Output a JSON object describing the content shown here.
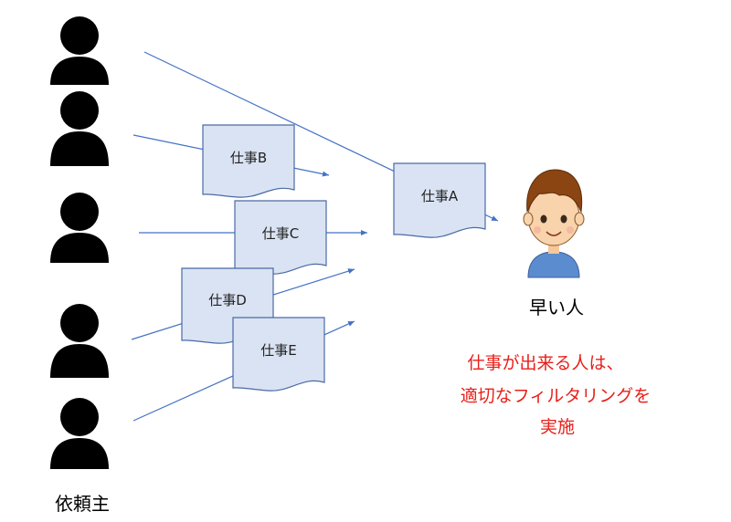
{
  "requesters_label": "依頼主",
  "fast_person_label": "早い人",
  "note_lines": [
    "仕事が出来る人は、",
    "適切なフィルタリングを",
    "実施"
  ],
  "jobs": [
    {
      "id": "A",
      "label": "仕事A"
    },
    {
      "id": "B",
      "label": "仕事B"
    },
    {
      "id": "C",
      "label": "仕事C"
    },
    {
      "id": "D",
      "label": "仕事D"
    },
    {
      "id": "E",
      "label": "仕事E"
    }
  ],
  "colors": {
    "document_fill": "#dae3f3",
    "document_stroke": "#4a6aa5",
    "arrow": "#4472c4",
    "note_text": "#e8201a",
    "person_icon": "#000000",
    "fast_person_hair": "#8b4513",
    "fast_person_shirt": "#5b8ccf"
  },
  "icons": {
    "requester": "person-silhouette-icon",
    "fast_person": "smiling-boy-icon"
  }
}
